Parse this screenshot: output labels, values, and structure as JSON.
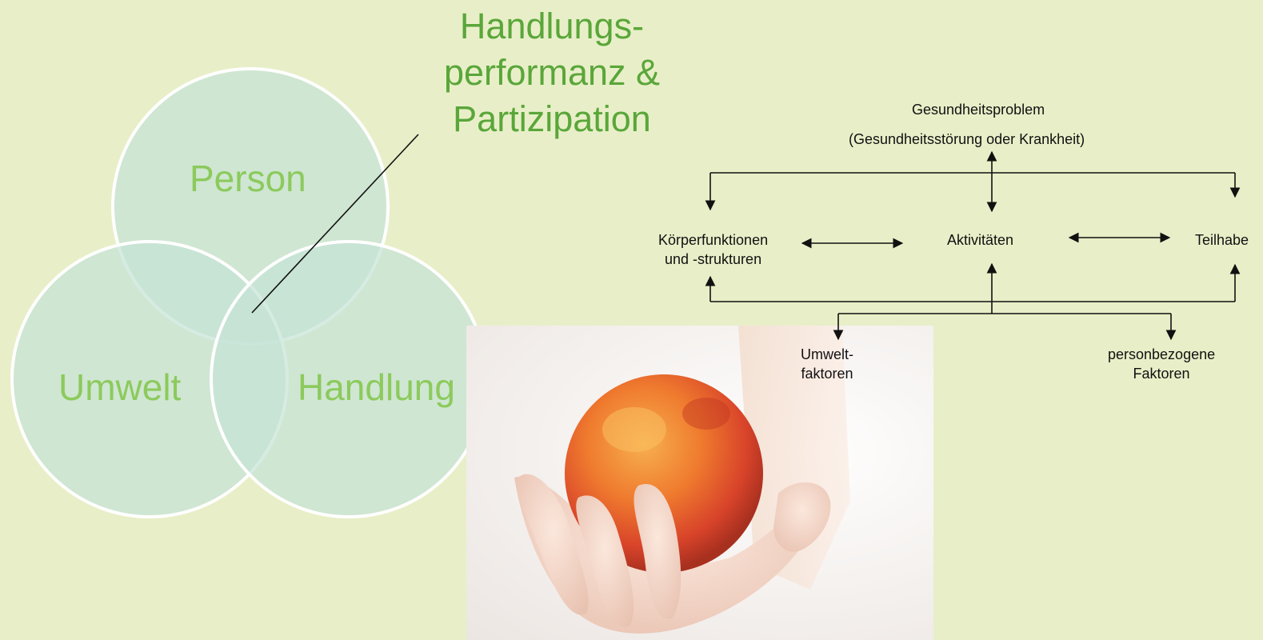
{
  "venn": {
    "person": "Person",
    "umwelt": "Umwelt",
    "handlung": "Handlung"
  },
  "title": {
    "line1": "Handlungs-",
    "line2": "performanz &",
    "line3": "Partizipation"
  },
  "icf": {
    "top_line1": "Gesundheitsproblem",
    "top_line2": "(Gesundheitsstörung oder Krankheit)",
    "left_line1": "Körperfunktionen",
    "left_line2": "und -strukturen",
    "middle": "Aktivitäten",
    "right": "Teilhabe",
    "bottom_left_line1": "Umwelt-",
    "bottom_left_line2": "faktoren",
    "bottom_right_line1": "personbezogene",
    "bottom_right_line2": "Faktoren"
  },
  "colors": {
    "background": "#e8efc8",
    "venn_fill": "#c5e2d6",
    "venn_text": "#8cca5c",
    "title_text": "#5aa63a"
  }
}
